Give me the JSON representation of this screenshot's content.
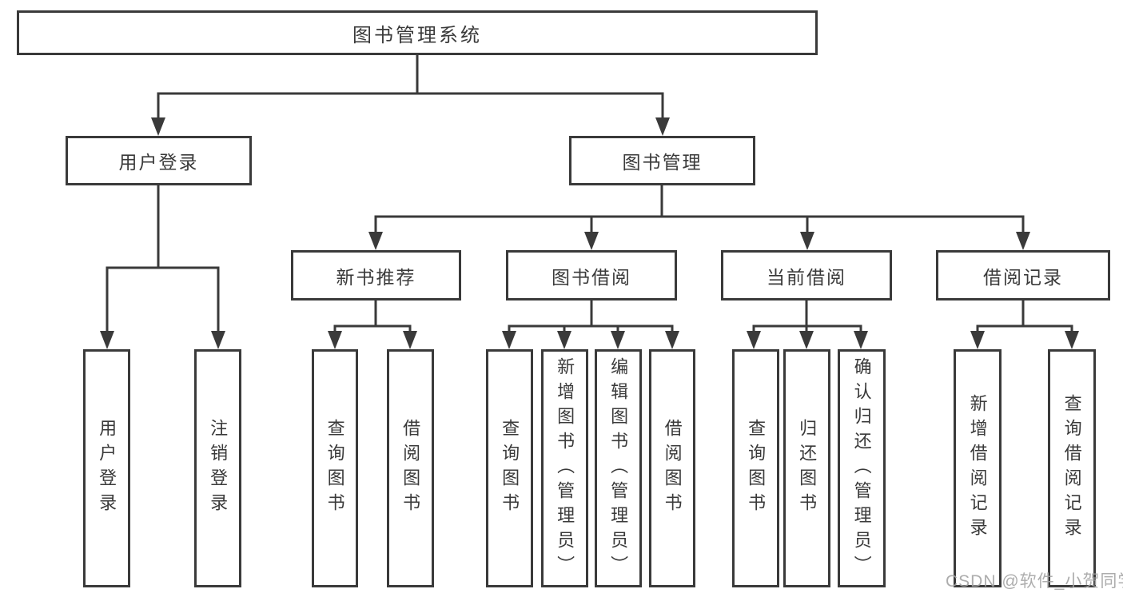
{
  "tree": {
    "root": {
      "label": "图书管理系统",
      "children": [
        {
          "label": "用户登录",
          "children": [
            {
              "label": "用户登录"
            },
            {
              "label": "注销登录"
            }
          ]
        },
        {
          "label": "图书管理",
          "children": [
            {
              "label": "新书推荐",
              "children": [
                {
                  "label": "查询图书"
                },
                {
                  "label": "借阅图书"
                }
              ]
            },
            {
              "label": "图书借阅",
              "children": [
                {
                  "label": "查询图书"
                },
                {
                  "label": "新增图书（管理员）"
                },
                {
                  "label": "编辑图书（管理员）"
                },
                {
                  "label": "借阅图书"
                }
              ]
            },
            {
              "label": "当前借阅",
              "children": [
                {
                  "label": "查询图书"
                },
                {
                  "label": "归还图书"
                },
                {
                  "label": "确认归还（管理员）"
                }
              ]
            },
            {
              "label": "借阅记录",
              "children": [
                {
                  "label": "新增借阅记录"
                },
                {
                  "label": "查询借阅记录"
                }
              ]
            }
          ]
        }
      ]
    }
  },
  "watermark": {
    "text": "CSDN @软件_小贺同学"
  },
  "colors": {
    "line": "#3a3a3a",
    "text": "#3a3a3a",
    "box_background": "#ffffff",
    "watermark": "#a4a4a4",
    "page_background": "#ffffff"
  }
}
